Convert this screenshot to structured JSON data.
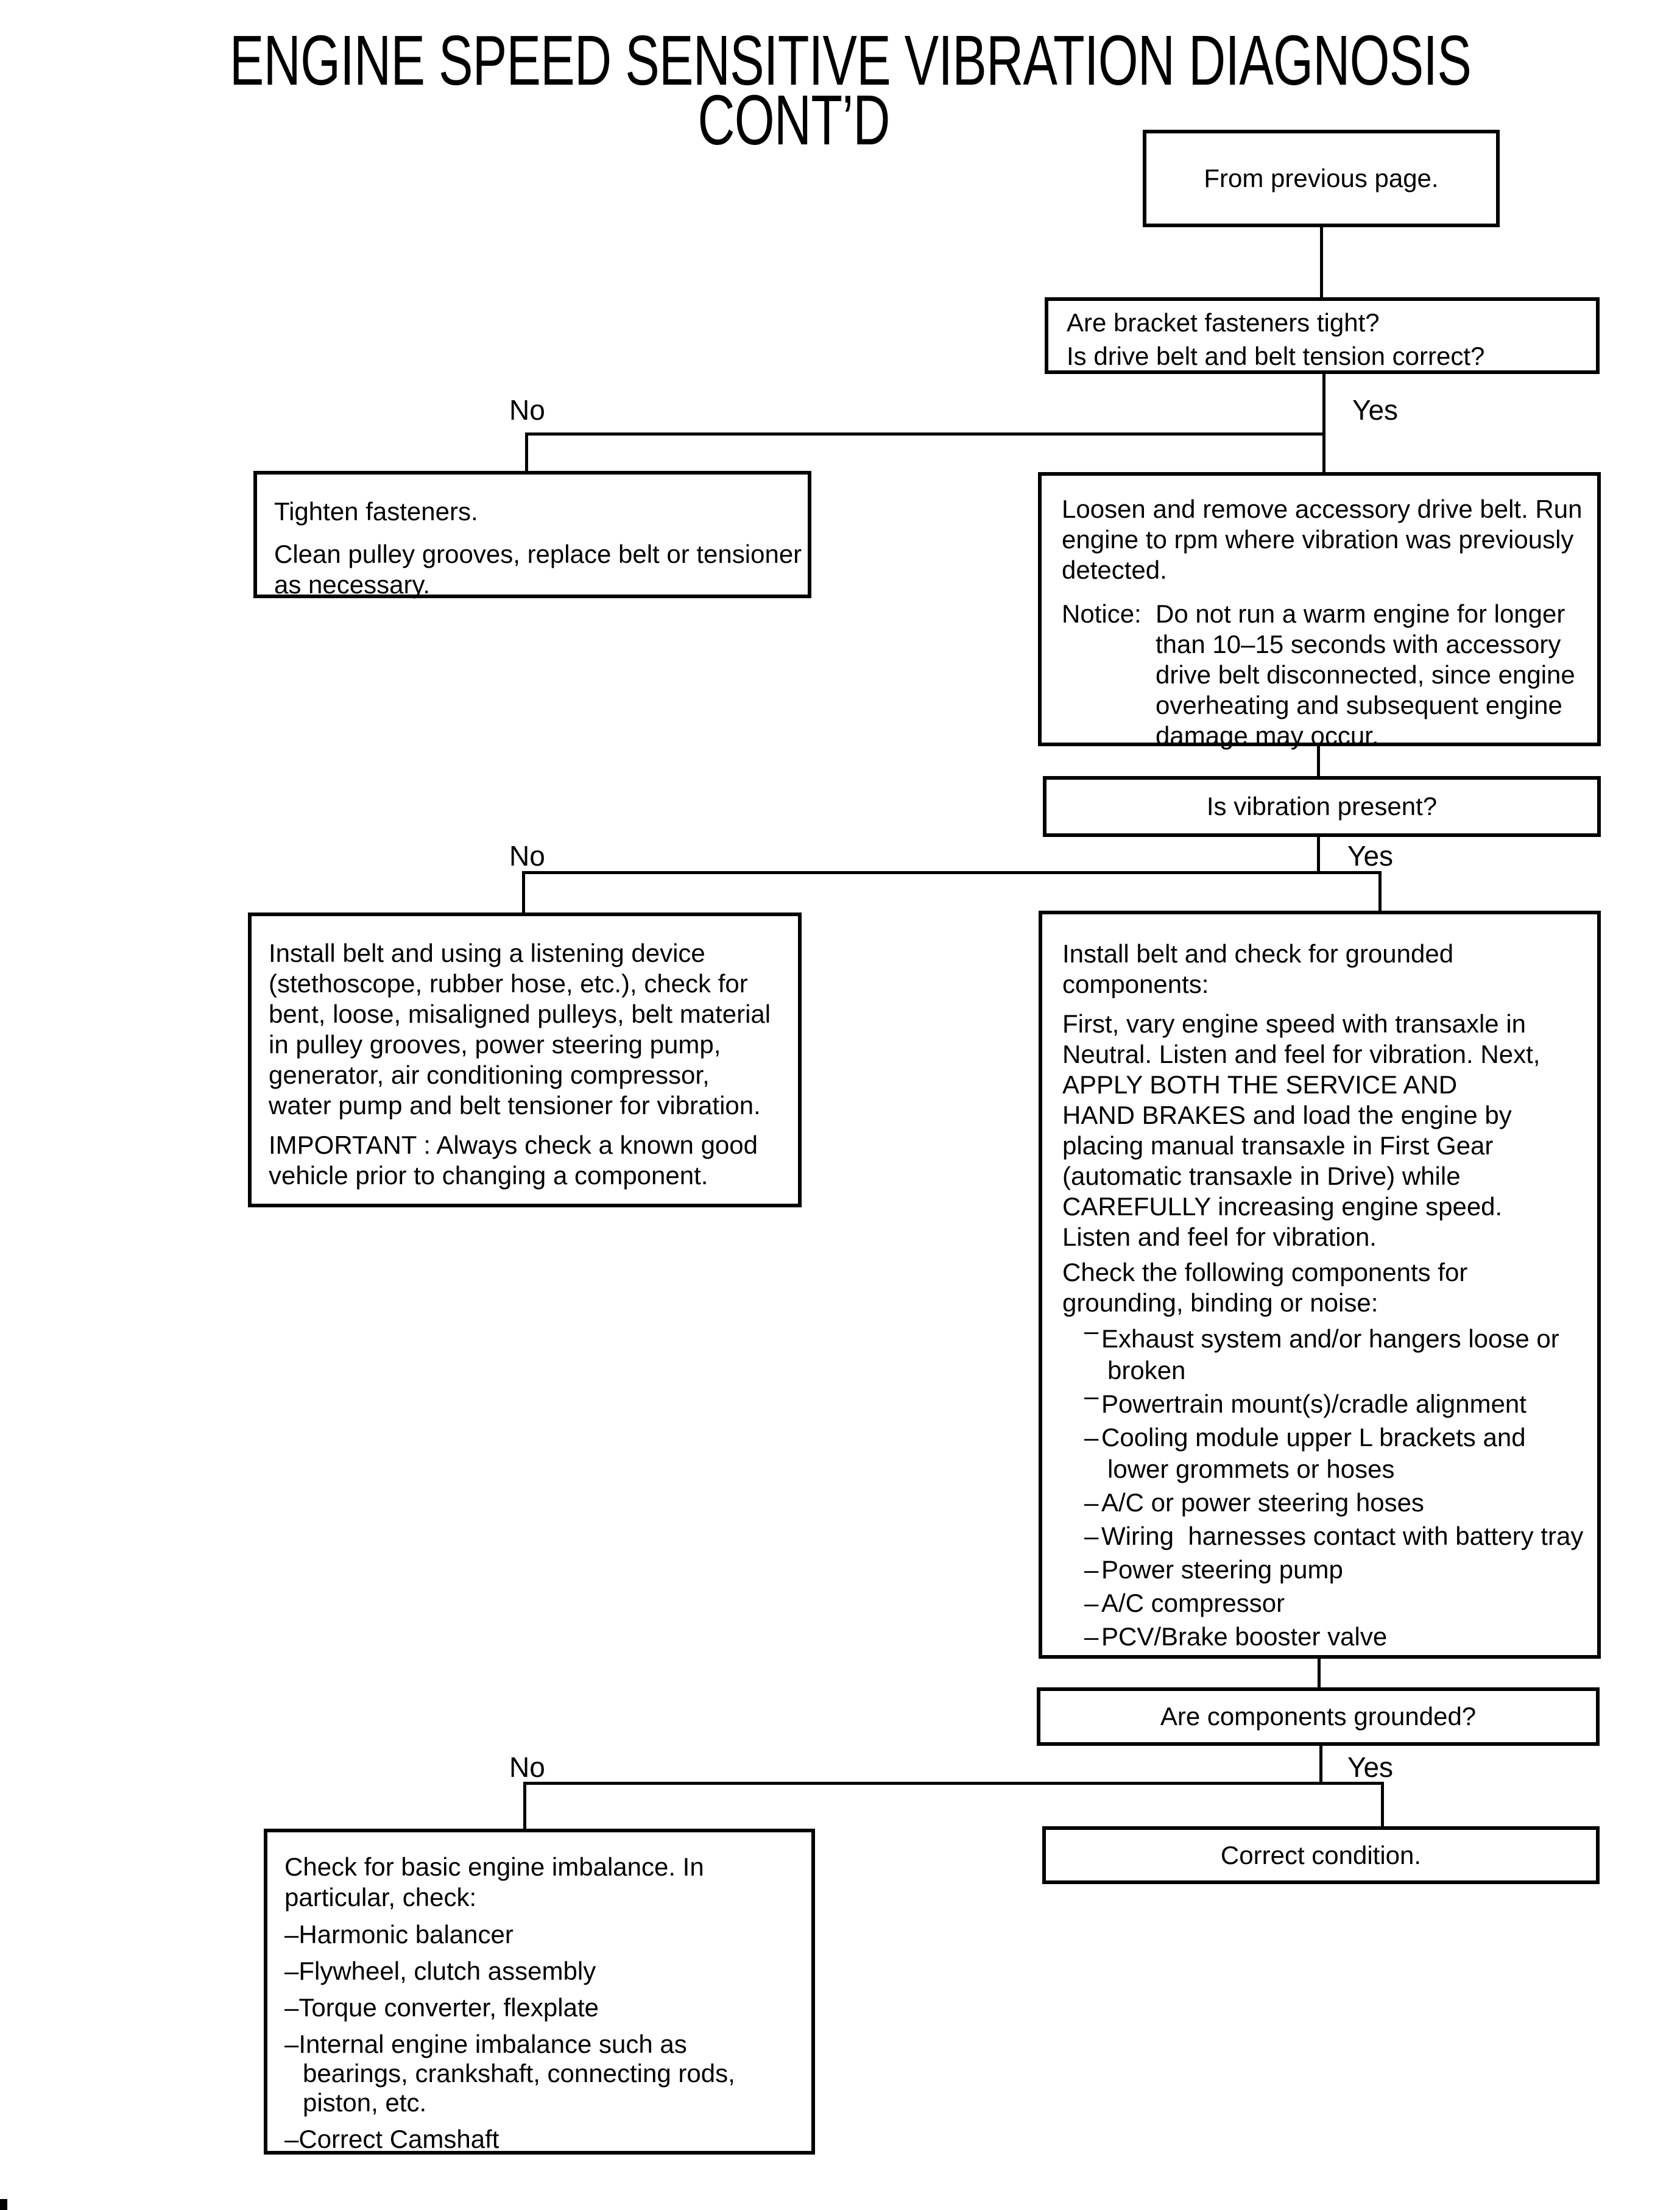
{
  "title": {
    "line1": "ENGINE SPEED SENSITIVE VIBRATION DIAGNOSIS",
    "line2": "CONT’D"
  },
  "labels": {
    "no": "No",
    "yes": "Yes"
  },
  "nodes": {
    "from_previous": {
      "text": "From previous page."
    },
    "q_fasteners": {
      "lines": [
        "Are bracket fasteners tight?",
        "Is drive belt and belt tension correct?"
      ]
    },
    "tighten": {
      "para1_lines": [
        "Tighten fasteners."
      ],
      "para2_lines": [
        "Clean pulley grooves, replace belt or tensioner",
        "as necessary."
      ]
    },
    "loosen": {
      "para1_lines": [
        "Loosen and remove accessory drive belt. Run",
        "engine to rpm where vibration was previously",
        "detected."
      ],
      "notice_label": "Notice:",
      "notice_lines": [
        "Do not run a warm engine for longer",
        "than 10–15 seconds with accessory",
        "drive belt disconnected, since engine",
        "overheating and subsequent engine",
        "damage may occur."
      ]
    },
    "q_vibration": {
      "text": "Is vibration present?"
    },
    "install_listen": {
      "para1_lines": [
        "Install belt and using a listening device",
        "(stethoscope, rubber hose, etc.), check for",
        "bent, loose, misaligned pulleys, belt material",
        "in pulley grooves, power steering pump,",
        "generator, air conditioning compressor,",
        "water pump and belt tensioner for vibration."
      ],
      "para2_lines": [
        "IMPORTANT : Always check a known good",
        "vehicle prior to changing a component."
      ]
    },
    "install_check": {
      "para1_lines": [
        "Install belt and check for grounded",
        "components:"
      ],
      "para2_lines": [
        "First, vary engine speed with transaxle in",
        "Neutral. Listen and feel for vibration. Next,",
        "APPLY BOTH THE SERVICE AND",
        "HAND BRAKES and load the engine by",
        "placing manual transaxle in First Gear",
        "(automatic transaxle in Drive) while",
        "CAREFULLY increasing engine speed.",
        "Listen and feel for vibration."
      ],
      "para3_lines": [
        "Check the following components for",
        "grounding, binding or noise:"
      ],
      "bullets": [
        {
          "dash": "–",
          "raised": true,
          "lines": [
            "Exhaust system and/or hangers loose or",
            "broken"
          ]
        },
        {
          "dash": "–",
          "raised": true,
          "lines": [
            "Powertrain mount(s)/cradle alignment"
          ]
        },
        {
          "dash": "–",
          "raised": false,
          "lines": [
            "Cooling module upper L brackets and",
            "lower grommets or hoses"
          ]
        },
        {
          "dash": "–",
          "raised": false,
          "lines": [
            "A/C or power steering hoses"
          ]
        },
        {
          "dash": "–",
          "raised": false,
          "lines": [
            "Wiring  harnesses contact with battery tray"
          ]
        },
        {
          "dash": "–",
          "raised": false,
          "lines": [
            "Power steering pump"
          ]
        },
        {
          "dash": "–",
          "raised": false,
          "lines": [
            "A/C compressor"
          ]
        },
        {
          "dash": "–",
          "raised": false,
          "lines": [
            "PCV/Brake booster valve"
          ]
        }
      ]
    },
    "q_grounded": {
      "text": "Are components grounded?"
    },
    "correct": {
      "text": "Correct condition."
    },
    "imbalance": {
      "intro_lines": [
        "Check for basic engine imbalance. In",
        "particular, check:"
      ],
      "items": [
        {
          "lines": [
            "–Harmonic balancer"
          ]
        },
        {
          "lines": [
            "–Flywheel, clutch assembly"
          ]
        },
        {
          "lines": [
            "–Torque converter, flexplate"
          ]
        },
        {
          "lines": [
            "–Internal engine imbalance such as",
            "bearings, crankshaft, connecting rods,",
            "piston, etc."
          ]
        },
        {
          "lines": [
            "–Correct Camshaft"
          ]
        }
      ]
    }
  },
  "colors": {
    "ink": "#000000",
    "paper": "#ffffff"
  }
}
